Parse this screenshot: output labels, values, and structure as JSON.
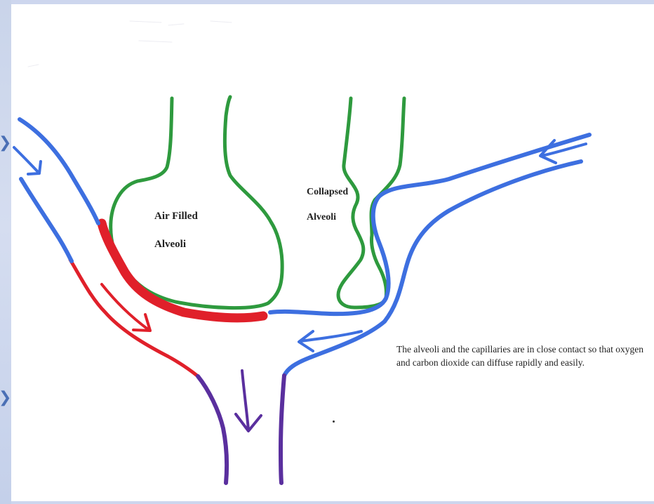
{
  "labels": {
    "air_filled_line1": "Air Filled",
    "air_filled_line2": "Alveoli",
    "collapsed_line1": "Collapsed",
    "collapsed_line2": "Alveoli"
  },
  "caption": "The alveoli and the capillaries are in close contact so that oxygen and carbon dioxide can diffuse rapidly and easily.",
  "colors": {
    "alveoli": "#2e9a3e",
    "deoxygenated_blood": "#3d6fe0",
    "oxygenated_blood": "#e0202a",
    "mixed_blood": "#5a2f9e",
    "slide_accent": "#4a6fb5"
  },
  "icons": {
    "slide_bullets": "chevron-right-icon"
  }
}
